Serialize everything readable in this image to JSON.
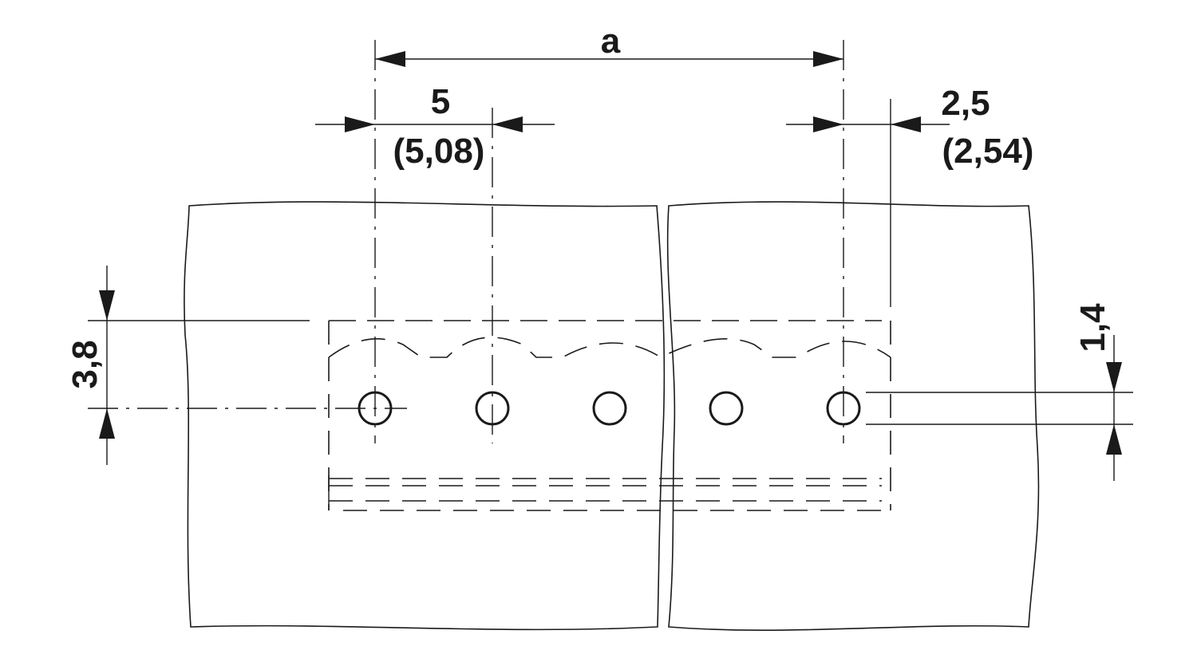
{
  "dimensions": {
    "span": "a",
    "pitch": "5",
    "pitch_alt": "(5,08)",
    "edge_offset": "2,5",
    "edge_offset_alt": "(2,54)",
    "row_offset": "3,8",
    "hole_diameter": "1,4"
  },
  "hole_count": 5
}
